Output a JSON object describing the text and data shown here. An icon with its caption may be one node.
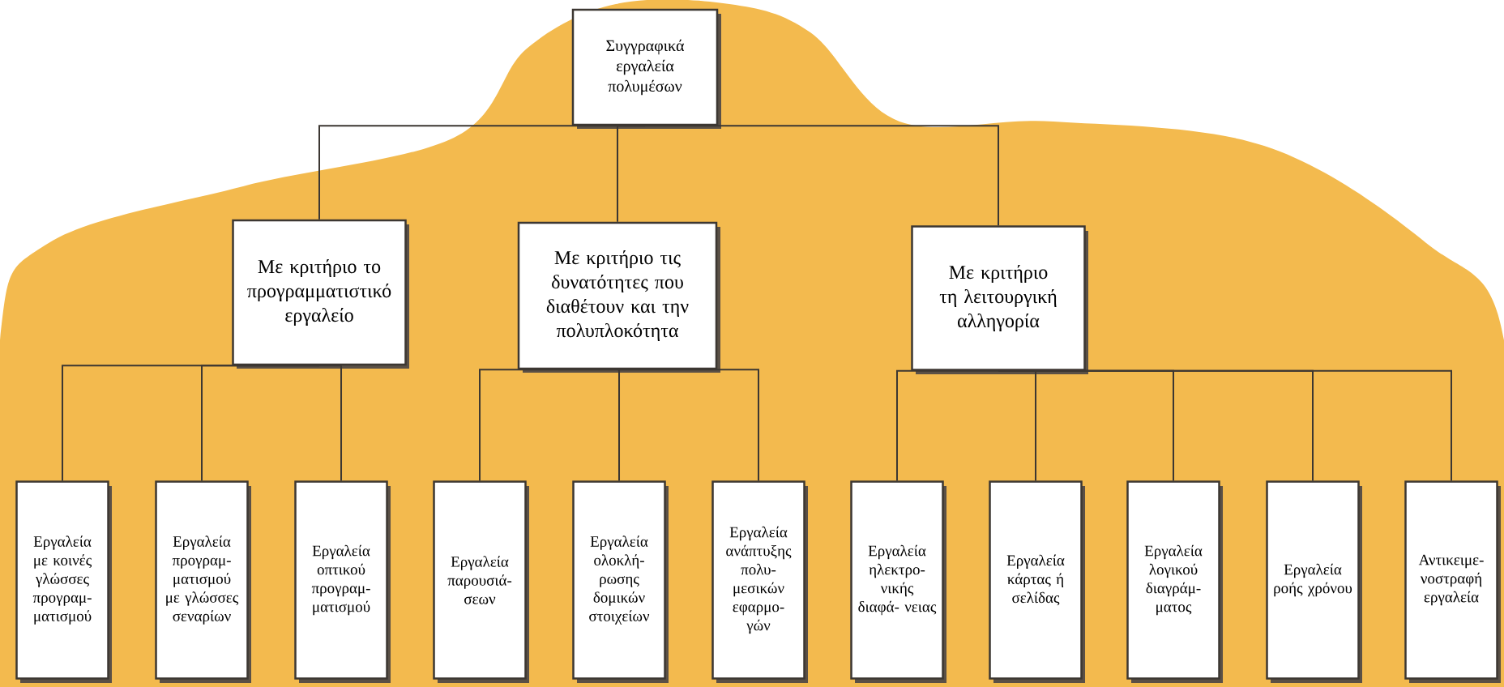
{
  "diagram": {
    "nodes": [
      {
        "text": [
          "Συγγραφικά εργαλεία πολυμέσων"
        ]
      },
      {
        "text": [
          "Με κριτήριο το προγραμματιστικό εργαλείο"
        ]
      },
      {
        "text": [
          "Με κριτήριο τις δυνατότητες που διαθέτουν και την πολυπλοκότητα"
        ]
      },
      {
        "text": [
          "Με κριτήριο τη λειτουργική αλληγορία"
        ]
      },
      {
        "text": [
          "Εργαλεία με κοινές γλώσσες προγραμ- ματισμού"
        ]
      },
      {
        "text": [
          "Εργαλεία προγραμ- ματισμού με γλώσσες σεναρίων"
        ]
      },
      {
        "text": [
          "Εργαλεία οπτικού προγραμ- ματισμού"
        ]
      },
      {
        "text": [
          "Εργαλεία παρουσιά- σεων"
        ]
      },
      {
        "text": [
          "Εργαλεία ολοκλή- ρωσης δομικών στοιχείων"
        ]
      },
      {
        "text": [
          "Εργαλεία ανάπτυξης πολυ- μεσικών εφαρμο- γών"
        ]
      },
      {
        "text": [
          "Εργαλεία ηλεκτρο- νικής διαφά- νειας"
        ]
      },
      {
        "text": [
          "Εργαλεία κάρτας ή σελίδας"
        ]
      },
      {
        "text": [
          "Εργαλεία λογικού διαγράμ- ματος"
        ]
      },
      {
        "text": [
          "Εργαλεία ροής χρόνου"
        ]
      },
      {
        "text": [
          "Αντικειμε- νοστραφή εργαλεία"
        ]
      }
    ],
    "edges": [
      {
        "from": 0,
        "to": 1,
        "arrow": "none"
      },
      {
        "from": 0,
        "to": 2,
        "arrow": "none"
      },
      {
        "from": 0,
        "to": 3,
        "arrow": "none"
      },
      {
        "from": 1,
        "to": 4,
        "arrow": "none"
      },
      {
        "from": 1,
        "to": 5,
        "arrow": "none"
      },
      {
        "from": 1,
        "to": 6,
        "arrow": "none"
      },
      {
        "from": 2,
        "to": 7,
        "arrow": "none"
      },
      {
        "from": 2,
        "to": 8,
        "arrow": "none"
      },
      {
        "from": 2,
        "to": 9,
        "arrow": "none"
      },
      {
        "from": 3,
        "to": 10,
        "arrow": "none"
      },
      {
        "from": 3,
        "to": 11,
        "arrow": "none"
      },
      {
        "from": 3,
        "to": 12,
        "arrow": "none"
      },
      {
        "from": 3,
        "to": 13,
        "arrow": "none"
      },
      {
        "from": 3,
        "to": 14,
        "arrow": "none"
      }
    ]
  }
}
